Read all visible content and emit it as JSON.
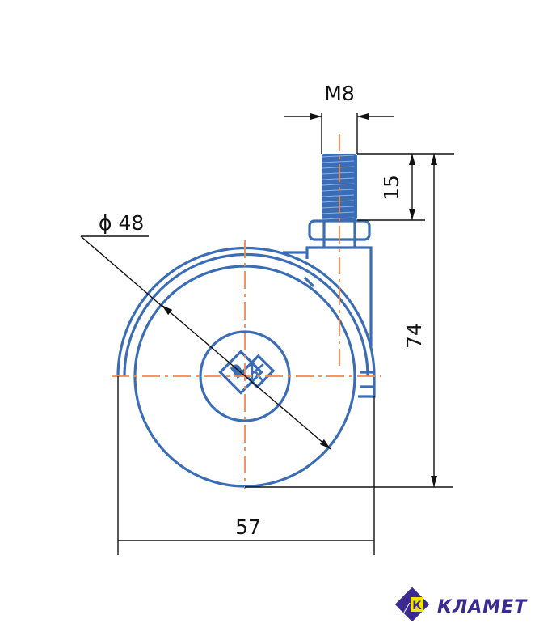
{
  "drawing": {
    "dimensions": {
      "thread": "M8",
      "thread_length": "15",
      "total_height": "74",
      "width": "57",
      "wheel_diameter": "ϕ 48"
    },
    "colors": {
      "part": "#3a6db5",
      "centerline": "#f5874a",
      "dimension": "#111111",
      "logo": "#3a2a92",
      "logo_accent": "#f5e400"
    }
  },
  "logo": {
    "name": "КЛАМЕТ",
    "letter": "К"
  }
}
